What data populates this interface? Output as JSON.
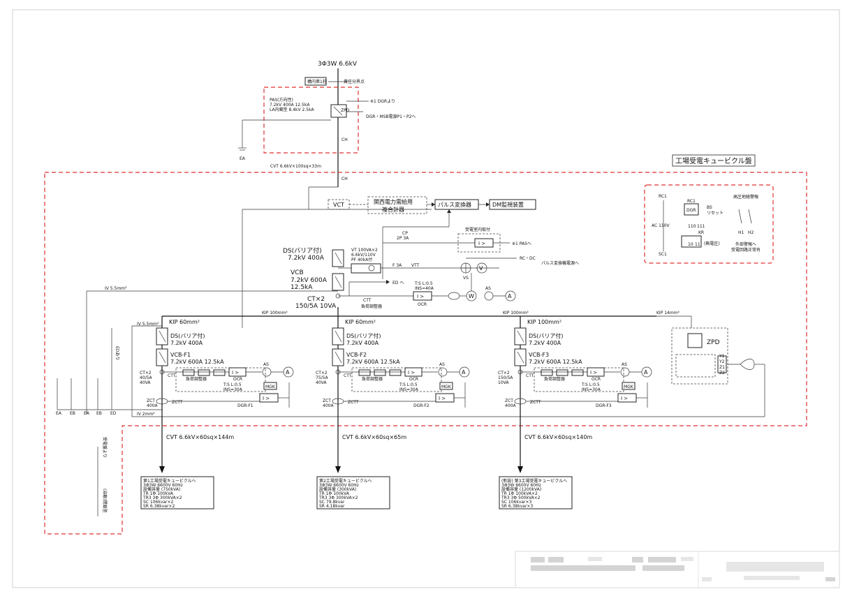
{
  "source": "3Φ3W  6.6kV",
  "premises_label": "構内第1柱",
  "boundary_label": "責任分界点",
  "pas": {
    "title": "PAS(方向性)",
    "rating": "7.2kV  400A  12.5kA",
    "la": "LA内蔵型  8.4kV  2.5kA",
    "zpd": "ZPD",
    "note1": "※1  DGRより",
    "note2": "DGR・MSB電源P1・P2へ",
    "ch": "CH",
    "ea": "EA"
  },
  "incoming_cable": "CVT 6.6kV×100sq×33m",
  "panel_title": "工場受電キュービクル盤",
  "ch2": "CH",
  "vct": "VCT",
  "meter_box": {
    "line1": "関西電力需給用",
    "line2": "複合計器"
  },
  "pulse": "パルス変換器",
  "dm": "DM監視装置",
  "cp": {
    "label": "CP",
    "rating": "2P  3A"
  },
  "trip_box": {
    "title": "受電室内取付",
    "relay": "I >",
    "label": "※1  PASへ"
  },
  "ds_main": {
    "title": "DS(バリア付)",
    "rating": "7.2kV  400A"
  },
  "vt": {
    "l1": "VT  100VA×2",
    "l2": "6.6kV/110V",
    "l3": "PF  40kA付"
  },
  "fuse": "F 3A",
  "vtt": "VTT",
  "rc_dc": "RC・DC",
  "pulse_power": "パルス変換機電源へ",
  "ed_to": "ED へ",
  "vs": "VS",
  "v_meter": "V",
  "as_label": "AS",
  "a_meter": "A",
  "w_meter": "W",
  "ts_main": {
    "l1": "T:S  L:0.5",
    "l2": "INS=40A"
  },
  "vcb_main": {
    "title": "VCB",
    "rating": "7.2kV  600A",
    "breaking": "12.5kA"
  },
  "ct_main": {
    "title": "CT×2",
    "rating": "150/5A  10VA",
    "ctt": "CTT"
  },
  "ocr": {
    "relay": "I >",
    "label": "OCR"
  },
  "load_adjuster": "負荷調整器",
  "grd_wire": "IV 5.5mm²",
  "bus_lines": {
    "kip1": "KIP  100mm²",
    "kip2": "KIP  100mm²",
    "kip3": "KIP  14mm²",
    "iv": "IV 5.5mm²",
    "iv2": "IV  2mm²"
  },
  "cable_ed": "EDあり",
  "zpd_panel": {
    "title": "ZPD",
    "terms": [
      "Y1",
      "Y2",
      "Z1",
      "Z2"
    ]
  },
  "dgr_box": {
    "rc1": "RC1",
    "dgr": "DGR",
    "bs": "BS",
    "reset": "リセット",
    "ac": "AC 110V",
    "sc1": "SC1",
    "t_nums": [
      "110",
      "111",
      "10",
      "11"
    ],
    "kr": "KR",
    "cont": "(無電圧)",
    "alarm": "高圧地絡警報",
    "h": [
      "H1",
      "H2"
    ],
    "external": "外部警報へ",
    "ext2": "受電回路正常有"
  },
  "feeders": [
    {
      "kip": "KIP  60mm²",
      "ds": "DS(バリア付)",
      "ds_rating": "7.2kV  400A",
      "vcb": "VCB-F1",
      "vcb_rating": "7.2kV  600A  12.5kA",
      "ct": "CT×2",
      "ct_r1": "40/5A",
      "ct_r2": "40VA",
      "ctt": "CTT",
      "zct": "ZCT",
      "zct_r": "400A",
      "zctt": "ZCTT",
      "ts": "T:S  L:0.5",
      "ins": "INS=30A",
      "ocr": "OCR",
      "mgk": "MGK",
      "dgr": "DGR-F1",
      "cable": "CVT  6.6kV×60sq×144m",
      "dest": [
        "第1工場受電キュービクルへ",
        "3Φ3W 6600V 60Hz",
        "設備容量 (750kVA)",
        "TR 1Φ  100kVA",
        "TR3 3Φ  300kVA×2",
        "SC 106kvar×2",
        "SR 6.38kvar×2"
      ]
    },
    {
      "kip": "KIP  60mm²",
      "ds": "DS(バリア付)",
      "ds_rating": "7.2kV  400A",
      "vcb": "VCB-F2",
      "vcb_rating": "7.2kV  600A  12.5kA",
      "ct": "CT×2",
      "ct_r1": "75/5A",
      "ct_r2": "40VA",
      "ctt": "CTT",
      "zct": "ZCT",
      "zct_r": "400A",
      "zctt": "ZCTT",
      "ts": "T:S  L:0.5",
      "ins": "INS=30A",
      "ocr": "OCR",
      "mgk": "MGK",
      "dgr": "DGR-F2",
      "cable": "CVT  6.6kV×60sq×65m",
      "dest": [
        "第2工場受電キュービクルへ",
        "3Φ3W 6600V 60Hz",
        "設備容量 (300kVA)",
        "TR 1Φ  100kVA",
        "TR3 3Φ  300kVA×2",
        "SC 79.8kvar",
        "SR 4.18kvar"
      ]
    },
    {
      "kip": "KIP  100mm²",
      "ds": "DS(バリア付)",
      "ds_rating": "7.2kV  400A",
      "vcb": "VCB-F3",
      "vcb_rating": "7.2kV  600A  12.5kA",
      "ct": "CT×2",
      "ct_r1": "150/5A",
      "ct_r2": "10VA",
      "ctt": "CTT",
      "zct": "ZCT",
      "zct_r": "400A",
      "zctt": "ZCTT",
      "ts": "T:S  L:0.5",
      "ins": "INS=30A",
      "ocr": "OCR",
      "mgk": "MGK",
      "dgr": "DGR-F3",
      "cable": "CVT  6.6kV×60sq×140m",
      "dest": [
        "(新設) 第3工場受電キュービクルへ",
        "3Φ3W 6600V 60Hz",
        "設備容量 (1200kVA)",
        "TR 1Φ  100kVA×2",
        "TR3 3Φ  500kVA×2",
        "SC 106kvar×3",
        "SR 6.38kvar×3"
      ]
    }
  ],
  "earth_terms": [
    "EA",
    "EB",
    "EA",
    "EB",
    "ED"
  ],
  "side_label": [
    "受電盤より",
    "(自動)閉鎖型"
  ],
  "colors": {
    "panel_border": "#e03030",
    "line": "#222222"
  }
}
